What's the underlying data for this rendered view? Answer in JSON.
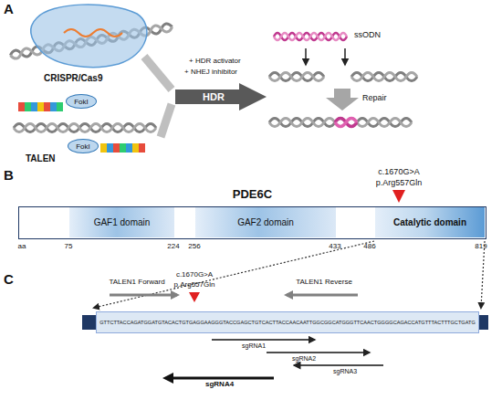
{
  "diagram": {
    "nodes": [
      {
        "text": [
          "FokI"
        ]
      },
      {
        "text": [
          "FokI"
        ]
      },
      {
        "text": [
          "HDR"
        ]
      },
      {
        "text": [
          "PDE6C"
        ]
      },
      {
        "text": [
          "GAF1 domain"
        ],
        "in": 3
      },
      {
        "text": [
          "GAF2 domain"
        ],
        "in": 3
      },
      {
        "text": [
          "Catalytic domain"
        ],
        "in": 3
      },
      {
        "text": [
          "GTTCTTACCAGATGGATGTACACTGTGAGGAAGGGTACCGAGCTGTCACTTACCAACAATTGGCGGCATGGGTTCAACTGGGGCAGACCATGTTTACTTTGCTGATG"
        ]
      }
    ],
    "labels": [
      "A",
      "CRISPR/Cas9",
      "TALEN",
      "+ HDR activator",
      "+ NHEJ inhibitor",
      "ssODN",
      "Repair",
      "B",
      "c.1670G>A",
      "p.Arg557Gln",
      "aa",
      "75",
      "224",
      "256",
      "433",
      "486",
      "819",
      "C",
      "TALEN1 Forward",
      "c.1670G>A",
      "p.Arg557Gln",
      "TALEN1 Reverse",
      "sgRNA1",
      "sgRNA2",
      "sgRNA3",
      "sgRNA4"
    ]
  }
}
